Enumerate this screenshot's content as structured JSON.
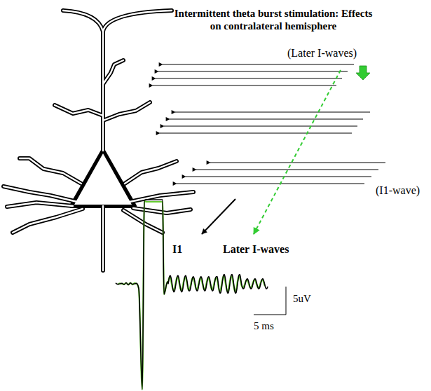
{
  "diagram": {
    "title": "Intermittent theta burst stimulation: Effects on contralateral hemisphere",
    "labels": [
      "(Later I-waves)",
      "(I1-wave)",
      "I1",
      "Later I-waves",
      "5uV",
      "5 ms"
    ]
  }
}
